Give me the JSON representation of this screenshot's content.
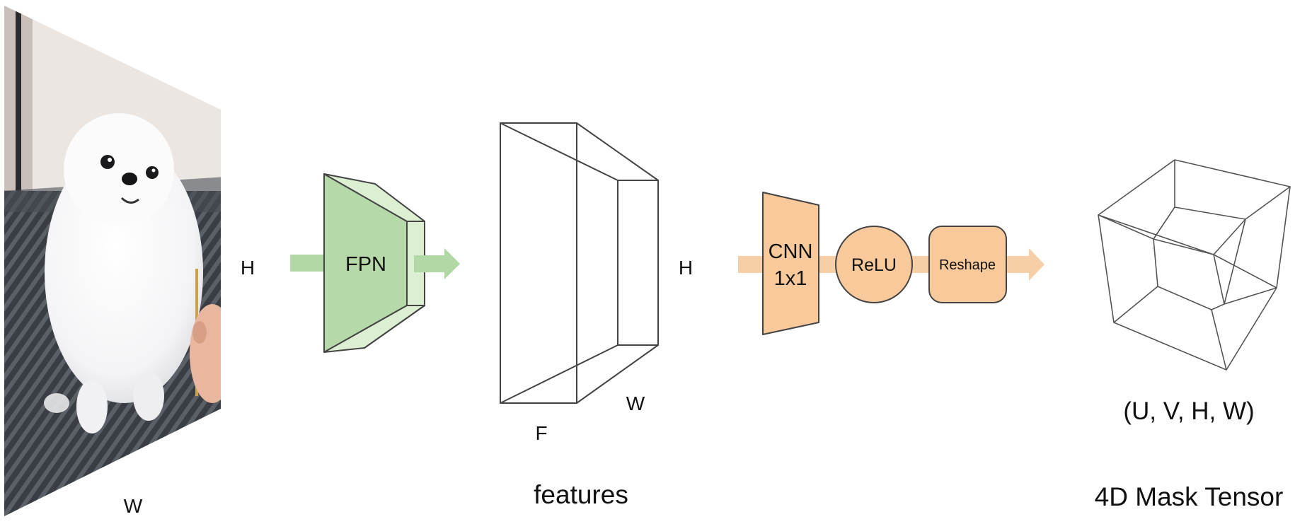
{
  "labels": {
    "image_h": "H",
    "image_w": "W",
    "fpn": "FPN",
    "features_h": "H",
    "features_w": "W",
    "features_f": "F",
    "features_caption": "features",
    "cnn_line1": "CNN",
    "cnn_line2": "1x1",
    "relu": "ReLU",
    "reshape": "Reshape",
    "tensor_shape": "(U, V, H, W)",
    "tensor_caption": "4D Mask Tensor"
  },
  "colors": {
    "fpn_green": "#b5d9a8",
    "fpn_green_light": "#dcefd3",
    "arrow_green": "#b2d8a5",
    "orange": "#f8c99a",
    "arrow_orange": "#f7cfa6",
    "features_fill": "#f2f2f2",
    "stroke": "#444444"
  },
  "icons": {
    "input_image": "white-pomeranian-dog-photo",
    "tensor": "tesseract-wireframe-icon"
  }
}
